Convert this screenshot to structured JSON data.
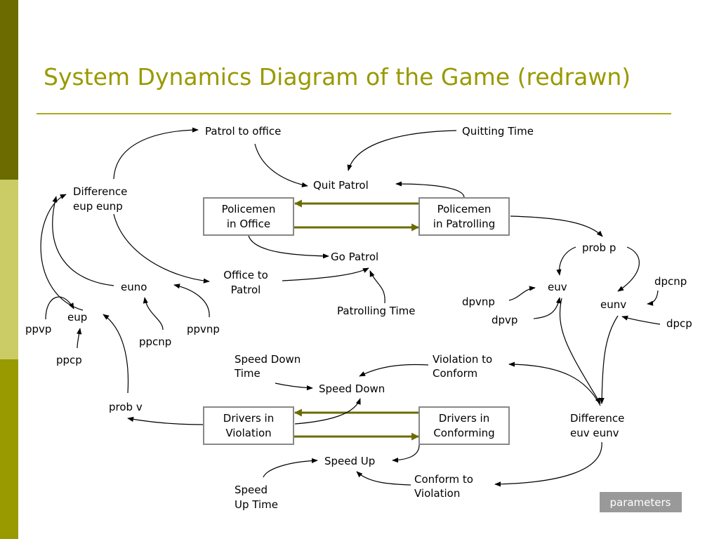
{
  "title": "System Dynamics Diagram of the Game (redrawn)",
  "colors": {
    "accent": "#999900",
    "flow": "#6b6b00",
    "box_border": "#888888",
    "param_bg": "#999999"
  },
  "stocks": {
    "policemen_office": [
      "Policemen",
      "in Office"
    ],
    "policemen_patrolling": [
      "Policemen",
      "in Patrolling"
    ],
    "drivers_violation": [
      "Drivers in",
      "Violation"
    ],
    "drivers_conforming": [
      "Drivers in",
      "Conforming"
    ]
  },
  "rates": {
    "quit_patrol": "Quit Patrol",
    "go_patrol": "Go Patrol",
    "speed_down": "Speed Down",
    "speed_up": "Speed Up"
  },
  "variables": {
    "patrol_to_office": "Patrol to office",
    "quitting_time": "Quitting Time",
    "difference_eup_eunp": [
      "Difference",
      "eup eunp"
    ],
    "office_to_patrol": [
      "Office to",
      "Patrol"
    ],
    "patrolling_time": "Patrolling Time",
    "euno": "euno",
    "eup": "eup",
    "ppvp": "ppvp",
    "ppcp": "ppcp",
    "ppcnp": "ppcnp",
    "ppvnp": "ppvnp",
    "prob_p": "prob p",
    "euv": "euv",
    "eunv": "eunv",
    "dpcnp": "dpcnp",
    "dpvnp": "dpvnp",
    "dpvp": "dpvp",
    "dpcp": "dpcp",
    "speed_down_time": [
      "Speed Down",
      "Time"
    ],
    "violation_to_conform": [
      "Violation to",
      "Conform"
    ],
    "prob_v": "prob v",
    "difference_euv_eunv": [
      "Difference",
      "euv eunv"
    ],
    "conform_to_violation": [
      "Conform to",
      "Violation"
    ],
    "speed_up_time": [
      "Speed",
      "Up Time"
    ]
  },
  "parameters_button": "parameters"
}
